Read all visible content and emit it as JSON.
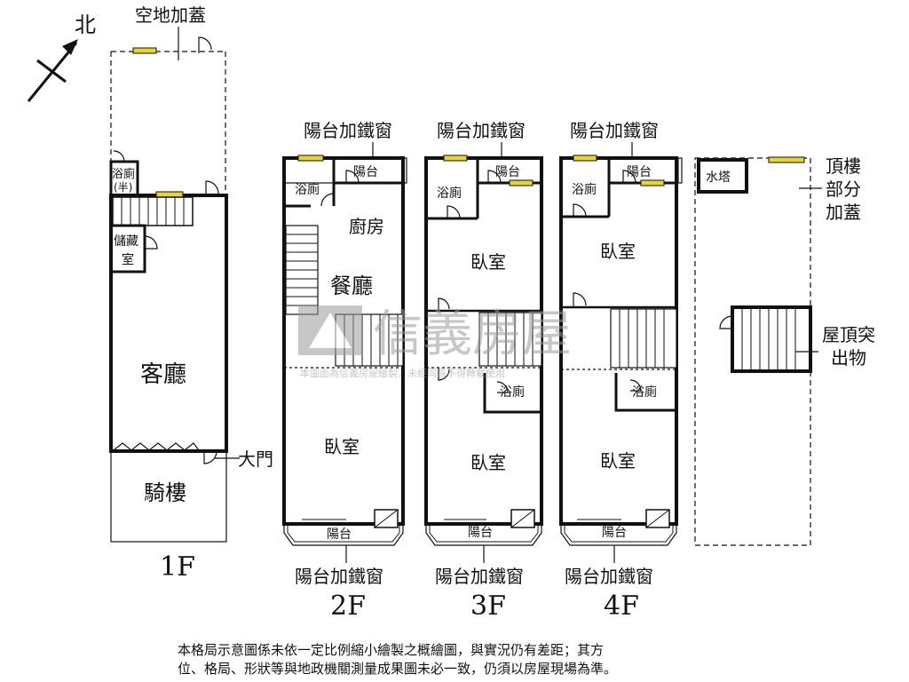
{
  "compass": {
    "north": "北"
  },
  "floor1": {
    "label": "1F",
    "top_extension": "空地加蓋",
    "bath_half_line1": "浴廁",
    "bath_half_line2": "(半)",
    "storage_line1": "儲藏",
    "storage_line2": "室",
    "living_room": "客廳",
    "arcade": "騎樓",
    "main_door": "大門"
  },
  "floor2": {
    "label": "2F",
    "top_window": "陽台加鐵窗",
    "balcony_top": "陽台",
    "bath": "浴廁",
    "kitchen": "廚房",
    "dining": "餐廳",
    "bedroom": "臥室",
    "balcony_bottom": "陽台",
    "bottom_window": "陽台加鐵窗"
  },
  "floor3": {
    "label": "3F",
    "top_window": "陽台加鐵窗",
    "balcony_top": "陽台",
    "bath_top": "浴廁",
    "bedroom_top": "臥室",
    "bath_mid": "浴廁",
    "bedroom_bottom": "臥室",
    "balcony_bottom": "陽台",
    "bottom_window": "陽台加鐵窗"
  },
  "floor4": {
    "label": "4F",
    "top_window": "陽台加鐵窗",
    "balcony_top": "陽台",
    "bath_top": "浴廁",
    "bedroom_top": "臥室",
    "bath_mid": "浴廁",
    "bedroom_bottom": "臥室",
    "balcony_bottom": "陽台",
    "bottom_window": "陽台加鐵窗"
  },
  "roof": {
    "water_tower": "水塔",
    "extension_line1": "頂樓",
    "extension_line2": "部分",
    "extension_line3": "加蓋",
    "protrusion_line1": "屋頂突",
    "protrusion_line2": "出物"
  },
  "watermark": {
    "brand": "信義房屋",
    "subtext": "本圖面為信義房屋繪製，未經同意不得轉載使用"
  },
  "disclaimer": {
    "line1": "本格局示意圖係未依一定比例縮小繪製之概繪圖，與實況仍有差距；其方",
    "line2": "位、格局、形狀等與地政機關測量成果圖未必一致，仍須以房屋現場為準。"
  },
  "colors": {
    "wall": "#1a1a1a",
    "window": "#e8d23a",
    "watermark": "#9a9a9a"
  }
}
